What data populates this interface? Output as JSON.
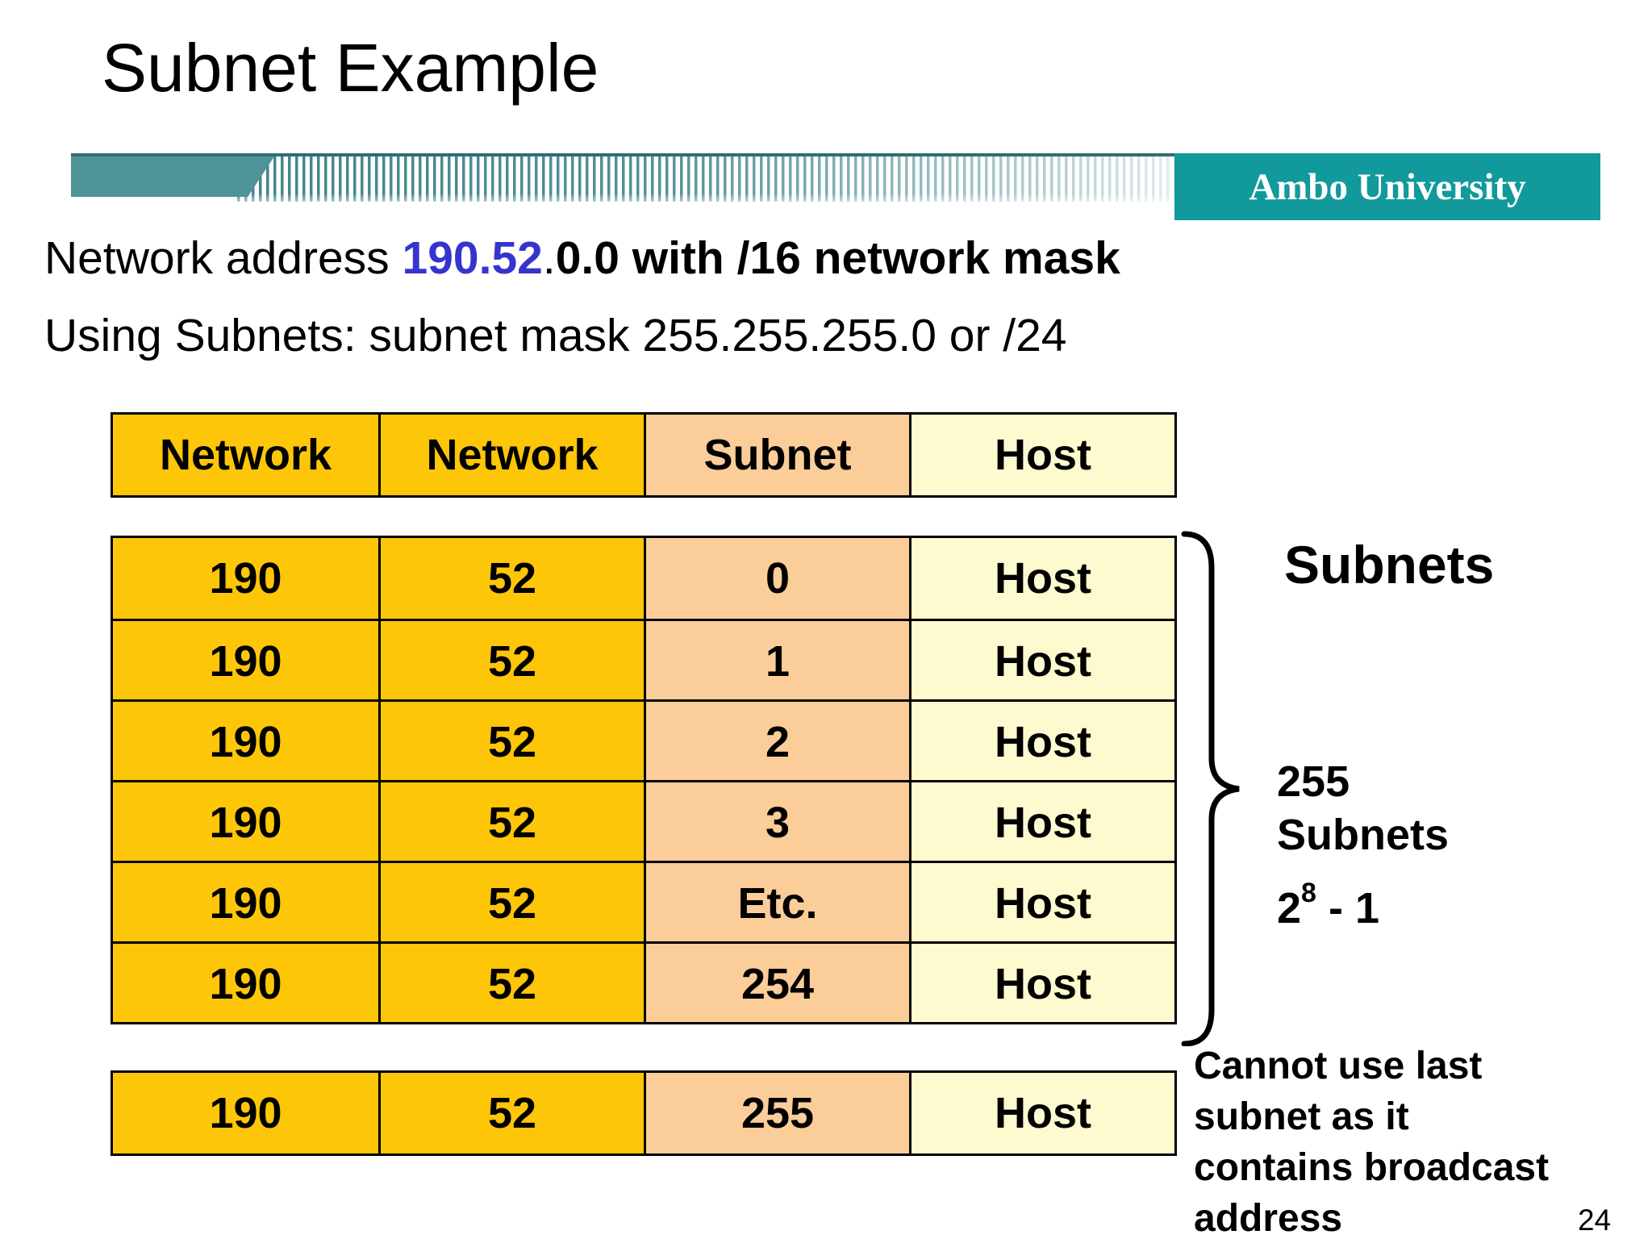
{
  "slide": {
    "title": "Subnet Example",
    "page_number": "24"
  },
  "badge": {
    "label": "Ambo University"
  },
  "intro": {
    "line1_prefix": "Network address ",
    "line1_highlight": "190.52",
    "line1_dot": ".",
    "line1_bold_rest": "0.0 with /16 network mask",
    "line2": "Using Subnets: subnet mask 255.255.255.0 or /24"
  },
  "table": {
    "headers": [
      "Network",
      "Network",
      "Subnet",
      "Host"
    ],
    "rows": [
      [
        "190",
        "52",
        "0",
        "Host"
      ],
      [
        "190",
        "52",
        "1",
        "Host"
      ],
      [
        "190",
        "52",
        "2",
        "Host"
      ],
      [
        "190",
        "52",
        "3",
        "Host"
      ],
      [
        "190",
        "52",
        "Etc.",
        "Host"
      ],
      [
        "190",
        "52",
        "254",
        "Host"
      ]
    ],
    "last_row": [
      "190",
      "52",
      "255",
      "Host"
    ]
  },
  "annotations": {
    "subnets_title": "Subnets",
    "count_line1": "255",
    "count_line2": "Subnets",
    "formula_base": "2",
    "formula_exponent": "8",
    "formula_rest": " - 1",
    "note_lines": [
      "Cannot use last",
      "subnet as it",
      "contains broadcast",
      "address"
    ]
  },
  "colors": {
    "network_column": "#FEC609",
    "subnet_column": "#FBCD99",
    "host_column": "#FDFACF",
    "badge_teal": "#12999B",
    "bar_teal": "#4E9397",
    "highlight_blue": "#3634CE"
  }
}
